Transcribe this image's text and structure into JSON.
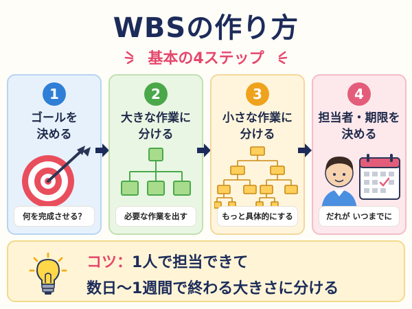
{
  "title": "WBSの作り方",
  "subtitle": "基本の4ステップ",
  "steps": [
    {
      "number": "1",
      "label": "ゴールを\n決める",
      "note": "何を完成させる？",
      "icon": "target-icon"
    },
    {
      "number": "2",
      "label": "大きな作業に\n分ける",
      "note": "必要な作業を出す",
      "icon": "tree-diagram-icon"
    },
    {
      "number": "3",
      "label": "小さな作業に\n分ける",
      "note": "もっと具体的にする",
      "icon": "tree-diagram-detailed-icon"
    },
    {
      "number": "4",
      "label": "担当者・期限を\n決める",
      "note": "だれが いつまでに",
      "icon": "person-calendar-icon"
    }
  ],
  "tip": {
    "kotsu": "コツ：",
    "line1_rest": "1人で担当できて",
    "line2": "数日～1週間で終わる大きさに分ける"
  },
  "colors": {
    "step1": "#2f7fd6",
    "step2": "#4aa84a",
    "step3": "#efa21c",
    "step4": "#e35d7a",
    "title": "#1c2b5a",
    "accent": "#e5476c"
  }
}
